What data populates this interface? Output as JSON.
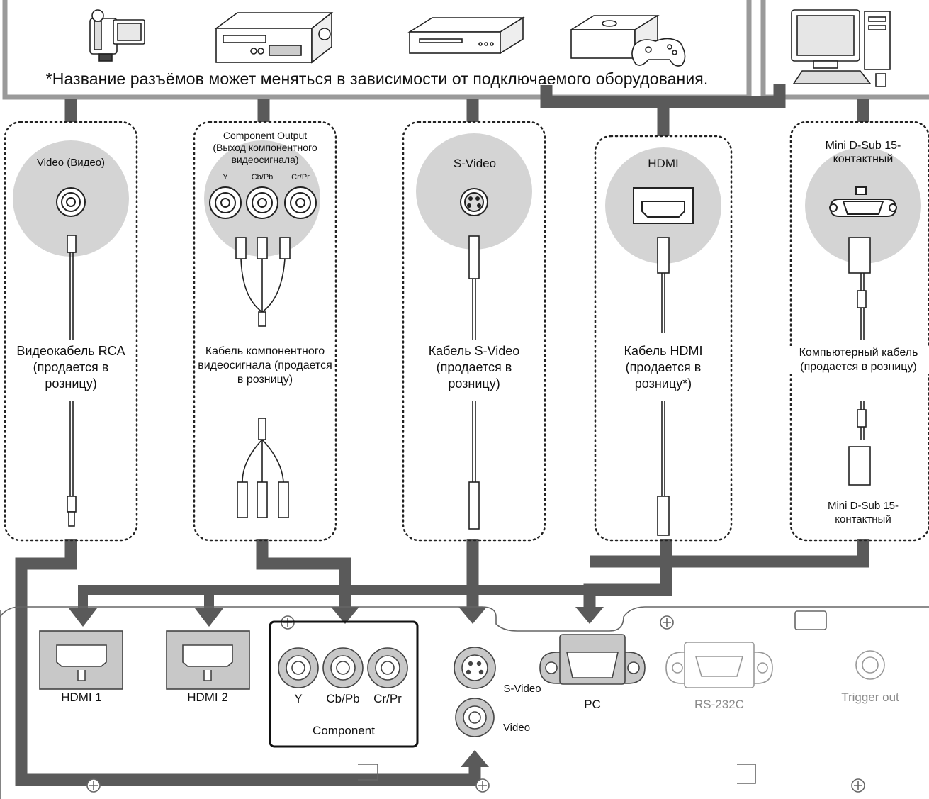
{
  "note": "*Название разъёмов может меняться в зависимости от подключаемого оборудования.",
  "panels": {
    "video": {
      "port_label": "Video (Видео)",
      "cable_label": "Видеокабель RCA (продается в розницу)"
    },
    "component": {
      "port_label_1": "Component Output",
      "port_label_2": "(Выход компонентного",
      "port_label_3": "видеосигнала)",
      "pin_y": "Y",
      "pin_cb": "Cb/Pb",
      "pin_cr": "Cr/Pr",
      "cable_label": "Кабель компонентного видеосигнала (продается в розницу)"
    },
    "svideo": {
      "port_label": "S-Video",
      "cable_label": "Кабель S-Video (продается в розницу)"
    },
    "hdmi": {
      "port_label": "HDMI",
      "cable_label": "Кабель HDMI (продается в розницу*)"
    },
    "computer": {
      "port_label": "Mini D-Sub 15-контактный",
      "cable_label": "Компьютерный кабель (продается в розницу)",
      "bottom_label": "Mini D-Sub 15-контактный"
    }
  },
  "projector": {
    "hdmi1": "HDMI 1",
    "hdmi2": "HDMI 2",
    "comp_y": "Y",
    "comp_cb": "Cb/Pb",
    "comp_cr": "Cr/Pr",
    "component": "Component",
    "svideo": "S-Video",
    "video": "Video",
    "pc": "PC",
    "rs232c": "RS-232C",
    "trigger": "Trigger out"
  },
  "colors": {
    "cable_route": "#5a5a5a",
    "panel_circle": "#d4d4d4",
    "frame": "#9a9a9a"
  },
  "icons": [
    "camcorder-icon",
    "vcr-icon",
    "dvd-player-icon",
    "game-console-icon",
    "desktop-computer-icon"
  ]
}
